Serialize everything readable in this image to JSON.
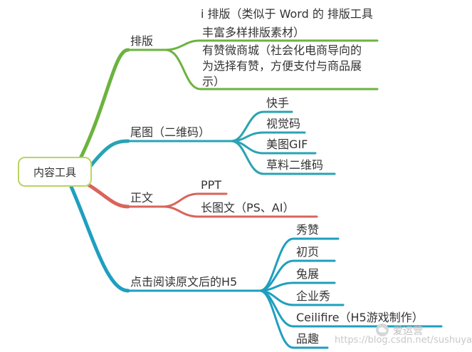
{
  "root": {
    "label": "内容工具"
  },
  "branches": {
    "paiban": {
      "label": "排版",
      "children": [
        "i 排版（类似于 Word 的 排版工具",
        "丰富多样排版素材）",
        "有赞微商城（社会化电商导向的为选择有赞，方便支付与商品展示）"
      ]
    },
    "weitu": {
      "label": "尾图（二维码）",
      "children": [
        "快手",
        "视觉码",
        "美图GIF",
        "草料二维码"
      ]
    },
    "zhengwen": {
      "label": "正文",
      "children": [
        "PPT",
        "长图文（PS、AI）"
      ]
    },
    "h5": {
      "label": "点击阅读原文后的H5",
      "children": [
        "秀赞",
        "初页",
        "兔展",
        "企业秀",
        "Ceilifire（H5游戏制作）",
        "品趣"
      ]
    }
  },
  "colors": {
    "paiban": "#6cb33f",
    "weitu": "#2aa3b3",
    "zhengwen": "#d9645a",
    "h5": "#1e9fbf",
    "root_border": "#b9d45f"
  },
  "watermark": {
    "url": "https://blog.csdn.net/sushuyan",
    "brand": "爱运营"
  }
}
